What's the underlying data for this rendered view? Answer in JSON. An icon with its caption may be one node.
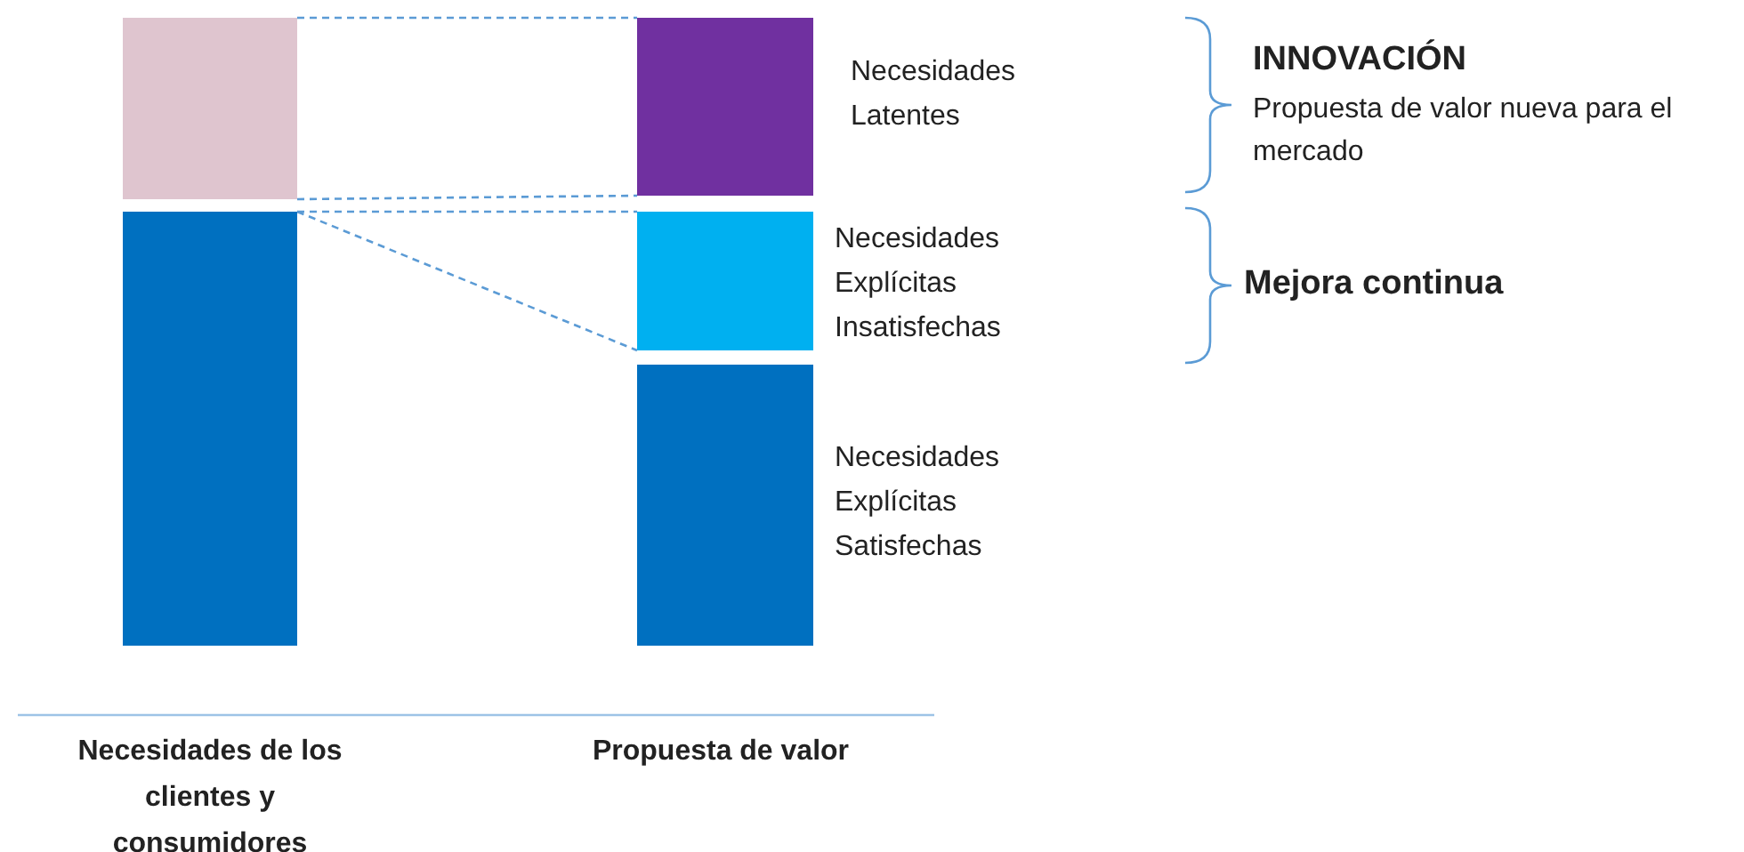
{
  "diagram": {
    "nodes": [
      {
        "text": [],
        "shape": "bar"
      },
      {
        "text": [],
        "shape": "bar",
        "beside": [
          "Necesidades Latentes"
        ]
      },
      {
        "text": [],
        "shape": "bar"
      },
      {
        "text": [],
        "shape": "bar",
        "beside": [
          "Necesidades Explícitas Insatisfechas"
        ]
      },
      {
        "text": [],
        "shape": "bar",
        "beside": [
          "Necesidades Explícitas Satisfechas"
        ]
      }
    ],
    "edges": [
      {
        "from": 0,
        "to": 1,
        "arrow": "none",
        "style": "dashed"
      },
      {
        "from": 0,
        "to": 1,
        "arrow": "none",
        "style": "dashed"
      },
      {
        "from": 2,
        "to": 3,
        "arrow": "none",
        "style": "dashed"
      },
      {
        "from": 2,
        "to": 3,
        "arrow": "none",
        "style": "dashed"
      }
    ],
    "labels": [
      "INNOVACIÓN",
      "Propuesta de valor nueva para el mercado",
      "Mejora continua",
      "Necesidades de los clientes y consumidores",
      "Propuesta de valor"
    ]
  }
}
